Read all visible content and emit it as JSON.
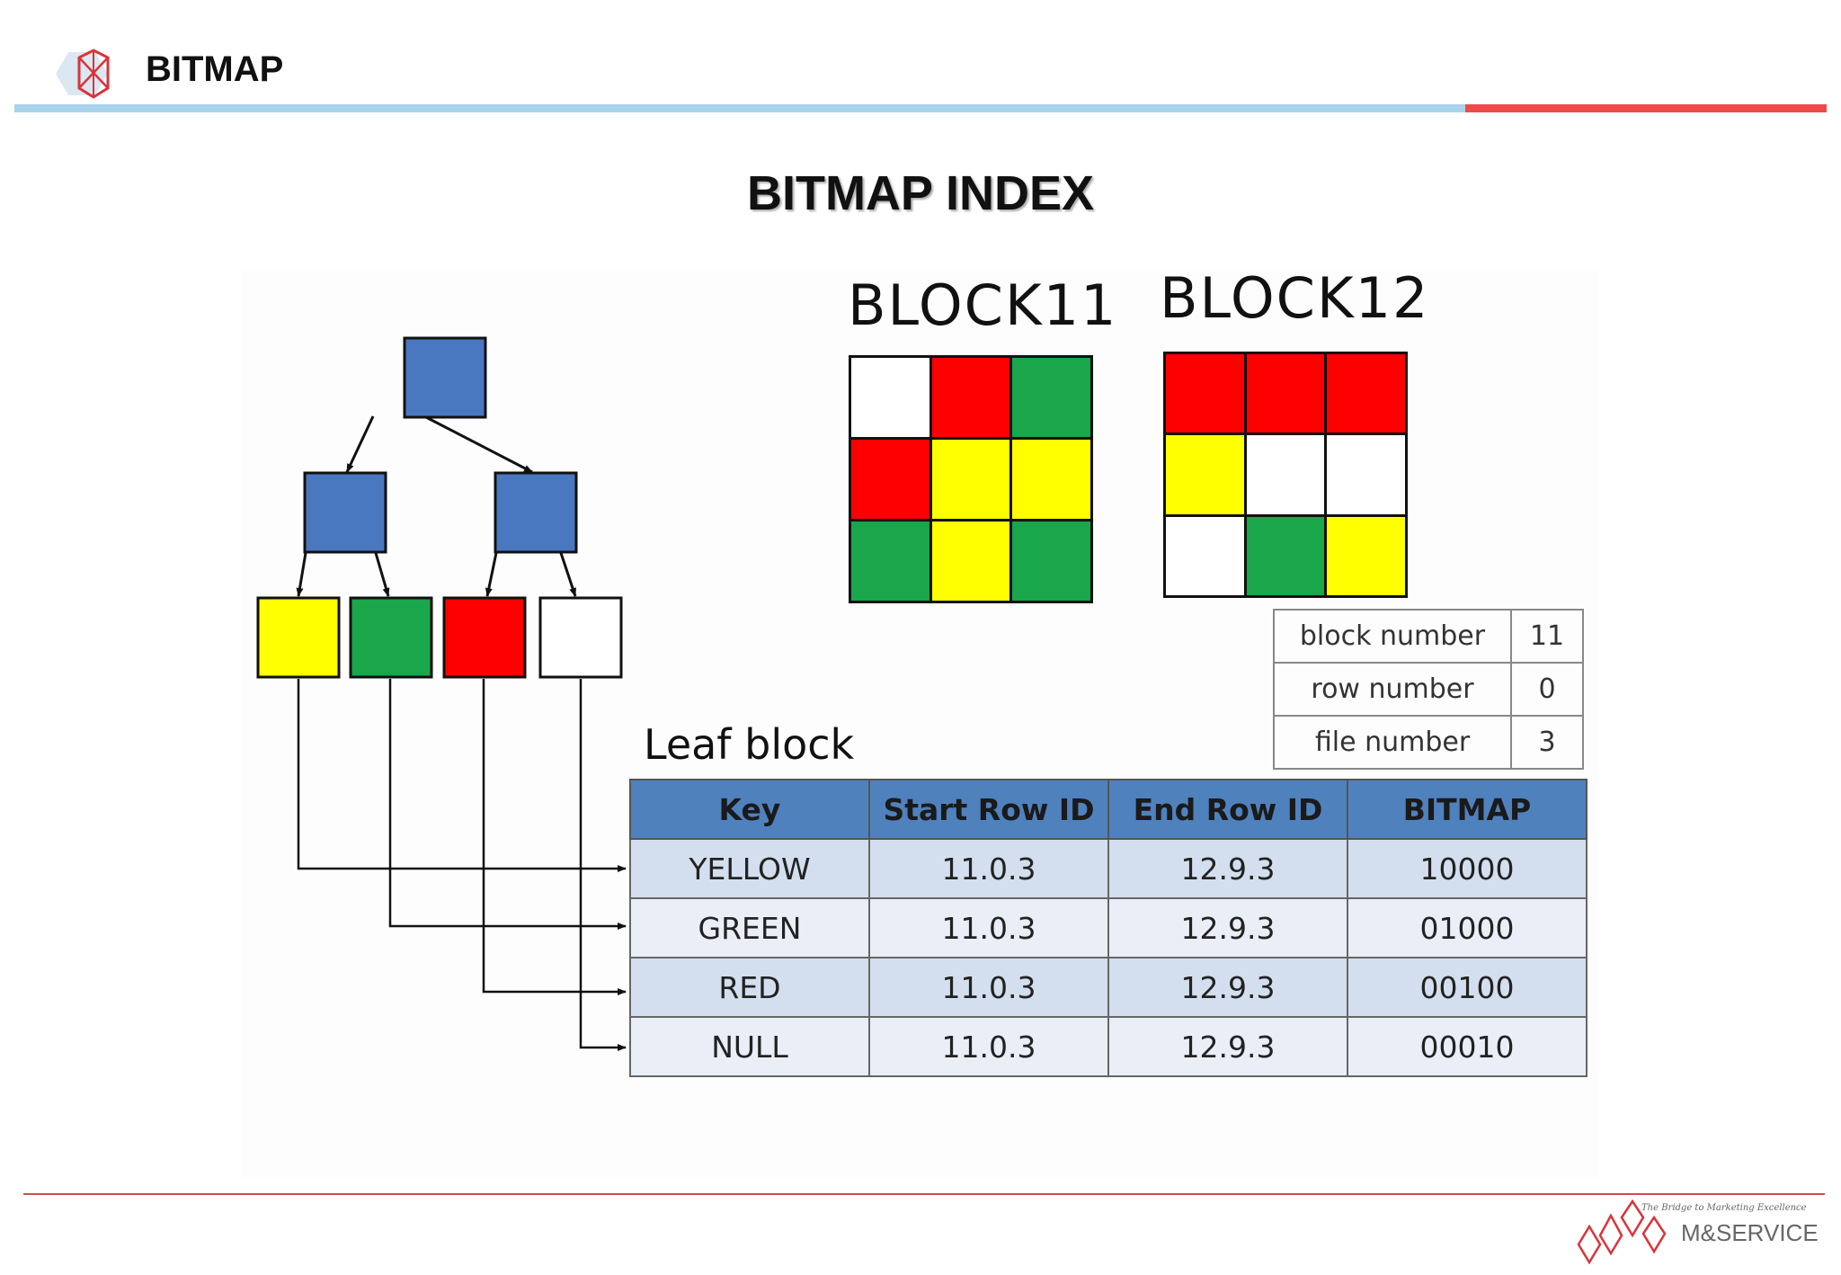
{
  "header": {
    "title": "BITMAP"
  },
  "main": {
    "title": "BITMAP INDEX"
  },
  "colors": {
    "blue": "#4a78c0",
    "yellow": "#ffff00",
    "green": "#1aa64b",
    "red": "#ff0000",
    "white": "#ffffff",
    "header_bar_blue": "#a9d3ea",
    "header_bar_red": "#ee4a4a"
  },
  "tree": {
    "root": "blue",
    "branches": [
      "blue",
      "blue"
    ],
    "leaves": [
      "yellow",
      "green",
      "red",
      "white"
    ]
  },
  "blocks": [
    {
      "label": "BLOCK11",
      "cells": [
        "white",
        "red",
        "green",
        "red",
        "yellow",
        "yellow",
        "green",
        "yellow",
        "green"
      ]
    },
    {
      "label": "BLOCK12",
      "cells": [
        "red",
        "red",
        "red",
        "yellow",
        "white",
        "white",
        "white",
        "green",
        "yellow"
      ]
    }
  ],
  "info_table": [
    {
      "label": "block number",
      "value": "11"
    },
    {
      "label": "row number",
      "value": "0"
    },
    {
      "label": "file number",
      "value": "3"
    }
  ],
  "leaf_block": {
    "label": "Leaf block",
    "columns": [
      "Key",
      "Start Row ID",
      "End Row ID",
      "BITMAP"
    ],
    "rows": [
      [
        "YELLOW",
        "11.0.3",
        "12.9.3",
        "10000"
      ],
      [
        "GREEN",
        "11.0.3",
        "12.9.3",
        "01000"
      ],
      [
        "RED",
        "11.0.3",
        "12.9.3",
        "00100"
      ],
      [
        "NULL",
        "11.0.3",
        "12.9.3",
        "00010"
      ]
    ]
  },
  "footer": {
    "tagline": "The Bridge to Marketing Excellence",
    "brand": "M&SERVICE"
  }
}
